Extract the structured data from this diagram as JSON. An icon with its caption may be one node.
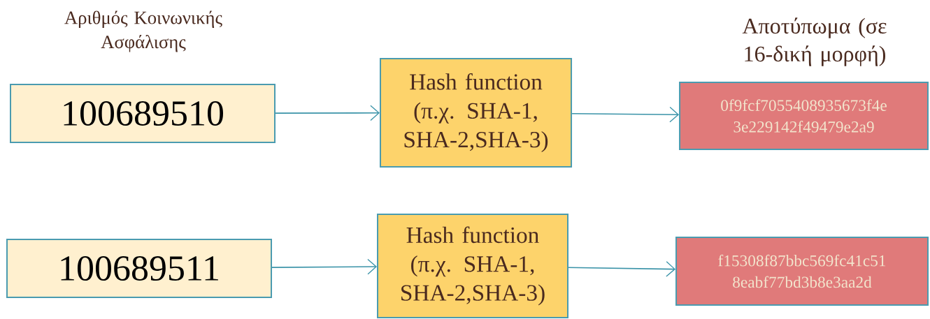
{
  "diagram": {
    "nodes": [
      {
        "text": [
          "100689510"
        ]
      },
      {
        "text": [
          "Hash function (π.χ. SHA-1, SHA-2,SHA-3)"
        ]
      },
      {
        "text": [
          "0f9fcf7055408935673f4e 3e229142f49479e2a9"
        ]
      },
      {
        "text": [
          "100689511"
        ]
      },
      {
        "text": [
          "Hash function (π.χ. SHA-1, SHA-2,SHA-3)"
        ]
      },
      {
        "text": [
          "f15308f87bbc569fc41c51 8eabf77bd3b8e3aa2d"
        ]
      }
    ],
    "edges": [
      {
        "from": 0,
        "to": 1,
        "arrow": "to"
      },
      {
        "from": 1,
        "to": 2,
        "arrow": "to"
      },
      {
        "from": 3,
        "to": 4,
        "arrow": "to"
      },
      {
        "from": 4,
        "to": 5,
        "arrow": "to"
      }
    ],
    "labels": [
      "Αριθμός Κοινωνικής Ασφάλισης",
      "Αποτύπωμα (σε 16-δική μορφή)"
    ]
  }
}
